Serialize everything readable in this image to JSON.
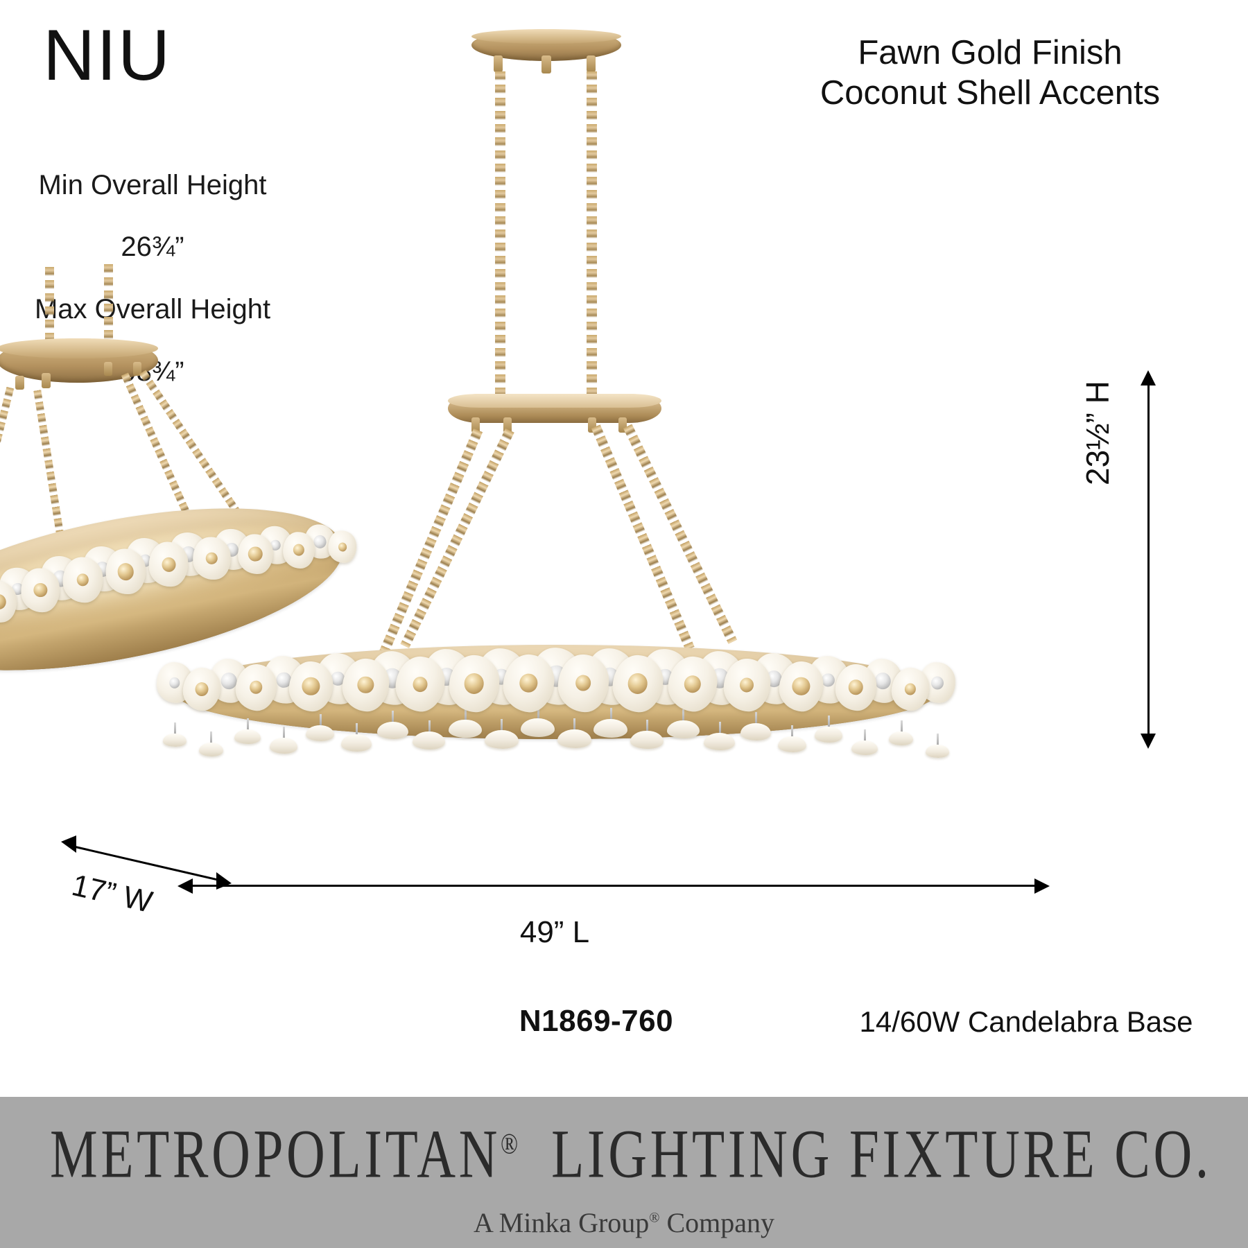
{
  "product": {
    "collection_name": "NIU",
    "model_number": "N1869-760",
    "finish_line_1": "Fawn Gold Finish",
    "finish_line_2": "Coconut Shell Accents",
    "lamping": "14/60W Candelabra Base"
  },
  "specs": {
    "min_height_label": "Min Overall Height",
    "min_height_value": "26¾”",
    "max_height_label": "Max Overall Height",
    "max_height_value": "98¾”"
  },
  "dimensions": {
    "height": "23½” H",
    "length": "49” L",
    "width": "17” W"
  },
  "footer": {
    "brand_part_1": "METROPOLITAN",
    "registered_mark": "®",
    "brand_part_2": "LIGHTING FIXTURE CO.",
    "tagline_prefix": "A Minka Group",
    "tagline_mark": "®",
    "tagline_suffix": " Company"
  },
  "colors": {
    "page_background": "#ffffff",
    "footer_background": "#a8a8a8",
    "text": "#111111",
    "fawn_gold": "#c9aa74",
    "gold_highlight": "#f0dcb8",
    "gold_shadow": "#8a6d40",
    "shell_white": "#f6f1e6"
  }
}
